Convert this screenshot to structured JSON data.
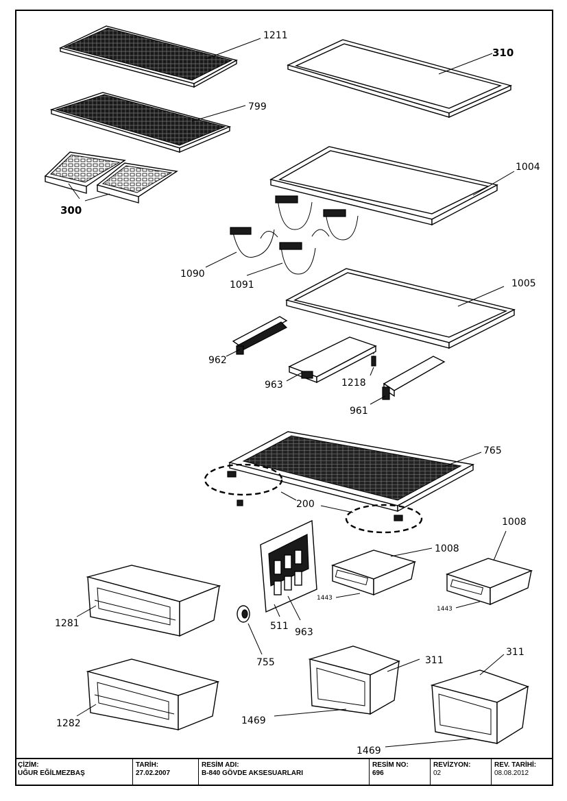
{
  "callouts": {
    "p1211": "1211",
    "p310": "310",
    "p799": "799",
    "p1004": "1004",
    "p300": "300",
    "p1090": "1090",
    "p1091": "1091",
    "p1005": "1005",
    "p962": "962",
    "p963a": "963",
    "p1218": "1218",
    "p961": "961",
    "p765": "765",
    "p200": "200",
    "p1008a": "1008",
    "p1008b": "1008",
    "p1443a": "1443",
    "p1443b": "1443",
    "p1281": "1281",
    "p511": "511",
    "p963b": "963",
    "p755": "755",
    "p311a": "311",
    "p311b": "311",
    "p1282": "1282",
    "p1469a": "1469",
    "p1469b": "1469"
  },
  "title_block": {
    "cizim_label": "ÇİZİM:",
    "cizim_value": "UĞUR EĞİLMEZBAŞ",
    "tarih_label": "TARİH:",
    "tarih_value": "27.02.2007",
    "resim_adi_label": "RESİM ADI:",
    "resim_adi_value": "B-840 GÖVDE AKSESUARLARI",
    "resim_no_label": "RESİM NO:",
    "resim_no_value": "696",
    "revizyon_label": "REVİZYON:",
    "revizyon_value": "02",
    "rev_tarihi_label": "REV. TARİHİ:",
    "rev_tarihi_value": "08.08.2012"
  }
}
